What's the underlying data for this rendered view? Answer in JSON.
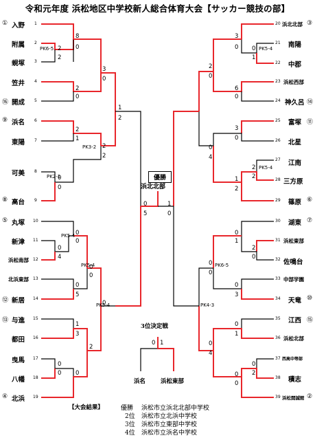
{
  "title": "令和元年度 浜松地区中学校新人総合体育大会【サッカー競技の部】",
  "champion": {
    "label": "優勝",
    "team": "浜北北部"
  },
  "third_place": {
    "title": "3位決定戦",
    "left_team": "浜名",
    "right_team": "浜松東部",
    "left_score": "0",
    "right_score": "1"
  },
  "results": {
    "header": "【大会結果】",
    "lines": [
      {
        "rank": "優勝",
        "school": "浜松市立浜北北部中学校"
      },
      {
        "rank": "2位",
        "school": "浜松市立北浜中学校"
      },
      {
        "rank": "3位",
        "school": "浜松市立東部中学校"
      },
      {
        "rank": "4位",
        "school": "浜松市立浜名中学校"
      }
    ]
  },
  "left_teams": [
    {
      "num": "1",
      "name": "入野",
      "seed": "①"
    },
    {
      "num": "2",
      "name": "附属",
      "seed": ""
    },
    {
      "num": "3",
      "name": "蜆塚",
      "seed": ""
    },
    {
      "num": "4",
      "name": "笠井",
      "seed": ""
    },
    {
      "num": "5",
      "name": "開成",
      "seed": "⑯"
    },
    {
      "num": "6",
      "name": "浜名",
      "seed": "⑨"
    },
    {
      "num": "7",
      "name": "東陽",
      "seed": ""
    },
    {
      "num": "8",
      "name": "可美",
      "seed": ""
    },
    {
      "num": "9",
      "name": "高台",
      "seed": "⑧"
    },
    {
      "num": "10",
      "name": "丸塚",
      "seed": "⑤"
    },
    {
      "num": "11",
      "name": "新津",
      "seed": ""
    },
    {
      "num": "12",
      "name": "浜松南部",
      "seed": ""
    },
    {
      "num": "13",
      "name": "北浜東部",
      "seed": ""
    },
    {
      "num": "14",
      "name": "新居",
      "seed": "⑫"
    },
    {
      "num": "15",
      "name": "与進",
      "seed": "⑬"
    },
    {
      "num": "16",
      "name": "都田",
      "seed": ""
    },
    {
      "num": "17",
      "name": "曳馬",
      "seed": ""
    },
    {
      "num": "18",
      "name": "八幡",
      "seed": ""
    },
    {
      "num": "19",
      "name": "北浜",
      "seed": "④"
    }
  ],
  "right_teams": [
    {
      "num": "20",
      "name": "浜北北部",
      "seed": "③"
    },
    {
      "num": "21",
      "name": "南陽",
      "seed": ""
    },
    {
      "num": "22",
      "name": "中郡",
      "seed": ""
    },
    {
      "num": "23",
      "name": "浜松西部",
      "seed": ""
    },
    {
      "num": "24",
      "name": "神久呂",
      "seed": "⑭"
    },
    {
      "num": "25",
      "name": "富塚",
      "seed": "⑪"
    },
    {
      "num": "26",
      "name": "北星",
      "seed": ""
    },
    {
      "num": "27",
      "name": "江南",
      "seed": ""
    },
    {
      "num": "28",
      "name": "三方原",
      "seed": ""
    },
    {
      "num": "29",
      "name": "篠原",
      "seed": "⑥"
    },
    {
      "num": "30",
      "name": "湖東",
      "seed": "⑦"
    },
    {
      "num": "31",
      "name": "浜松東部",
      "seed": ""
    },
    {
      "num": "32",
      "name": "佐鳴台",
      "seed": ""
    },
    {
      "num": "33",
      "name": "中部学園",
      "seed": ""
    },
    {
      "num": "34",
      "name": "天竜",
      "seed": "⑩"
    },
    {
      "num": "35",
      "name": "江西",
      "seed": "⑮"
    },
    {
      "num": "36",
      "name": "浜松北部",
      "seed": ""
    },
    {
      "num": "37",
      "name": "西高中等部",
      "seed": ""
    },
    {
      "num": "38",
      "name": "積志",
      "seed": ""
    },
    {
      "num": "39",
      "name": "浜松開誠館",
      "seed": "②"
    }
  ],
  "scores": {
    "s1": "8",
    "s2": "0",
    "s3": "2",
    "s4": "2",
    "s5": "3",
    "s6": "0",
    "s7": "2",
    "s8": "0",
    "s9": "1",
    "s10": "2",
    "s11": "2",
    "s12": "1",
    "s13": "2",
    "s14": "2",
    "s15": "0",
    "s16": "0",
    "s17": "0",
    "s18": "0",
    "s19": "4",
    "s20": "0",
    "s21": "5",
    "s22": "0",
    "s23": "0",
    "s24": "0",
    "s25": "0",
    "s26": "1",
    "s27": "3",
    "s28": "0",
    "s29": "0",
    "s30": "2",
    "s31": "0",
    "s32": "5",
    "r1": "3",
    "r2": "0",
    "r3": "0",
    "r4": "1",
    "r5": "2",
    "r6": "0",
    "r7": "6",
    "r8": "0",
    "r9": "3",
    "r10": "0",
    "r11": "2",
    "r12": "2",
    "r13": "0",
    "r14": "4",
    "r15": "1",
    "r16": "2",
    "r17": "0",
    "r18": "1",
    "r19": "2",
    "r20": "0",
    "r21": "0",
    "r22": "0",
    "r23": "0",
    "r24": "3",
    "r25": "0",
    "r26": "1",
    "r27": "0",
    "r28": "2",
    "r29": "0",
    "r30": "4",
    "r31": "0",
    "r32": "0",
    "r33": "1",
    "r34": "0"
  },
  "pk": {
    "pk1": "PK6-5",
    "pk2": "PK3-2",
    "pk3": "PK2-1",
    "pk4": "PK5-4",
    "pk5": "PK5-4",
    "pk6": "PK5-4",
    "pk7": "PK5-4",
    "pk8": "PK5-4",
    "pk9": "PK6-5",
    "pk10": "PK4-3"
  }
}
